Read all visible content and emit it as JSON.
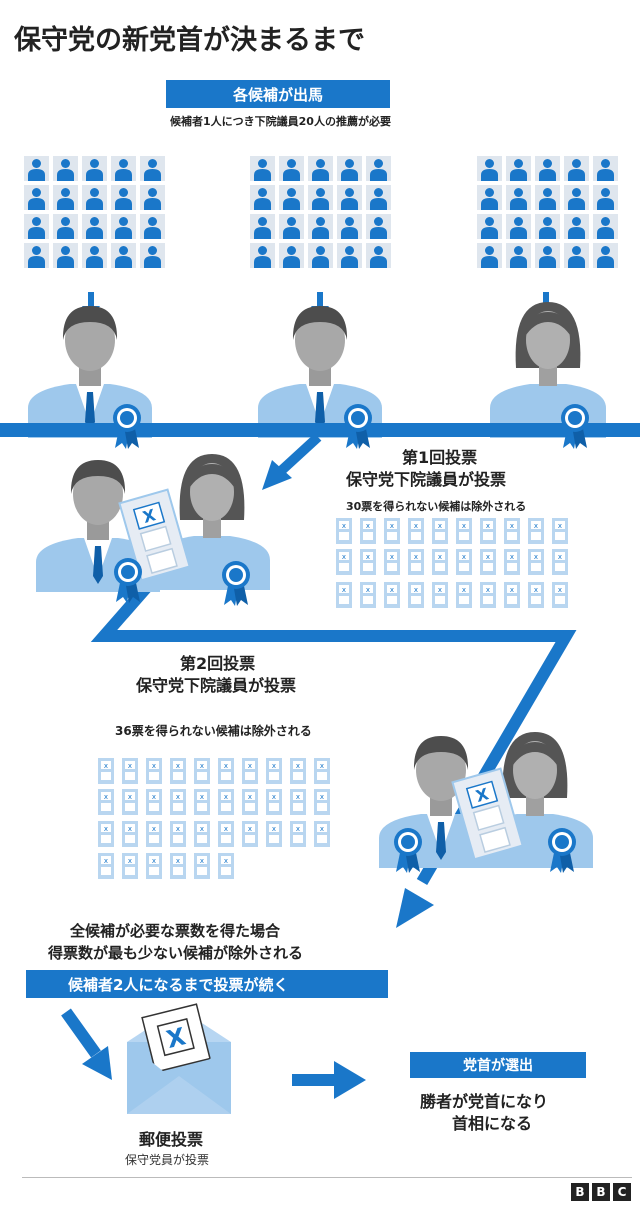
{
  "title": "保守党の新党首が決まるまで",
  "step1": {
    "banner": "各候補が出馬",
    "note": "候補者1人につき下院議員20人の推薦が必要"
  },
  "round1": {
    "heading": "第1回投票",
    "subheading": "保守党下院議員が投票",
    "note": "30票を得られない候補は除外される"
  },
  "round2": {
    "heading": "第2回投票",
    "subheading": "保守党下院議員が投票",
    "note": "36票を得られない候補は除外される"
  },
  "all_candidates": {
    "line1": "全候補が必要な票数を得た場合",
    "line2": "得票数が最も少ない候補が除外される"
  },
  "continue_banner": "候補者2人になるまで投票が続く",
  "postal": {
    "label": "郵便投票",
    "sub": "保守党員が投票"
  },
  "leader": {
    "banner": "党首が選出",
    "line1": "勝者が党首になり",
    "line2": "首相になる"
  },
  "ballot_mark": "X",
  "brand": {
    "letters": [
      "B",
      "B",
      "C"
    ]
  },
  "colors": {
    "blue": "#1a77c9",
    "light_blue": "#9ec8ec",
    "dark_blue": "#0f5fa8",
    "grey": "#8c8c8c",
    "dark_grey": "#555555"
  }
}
